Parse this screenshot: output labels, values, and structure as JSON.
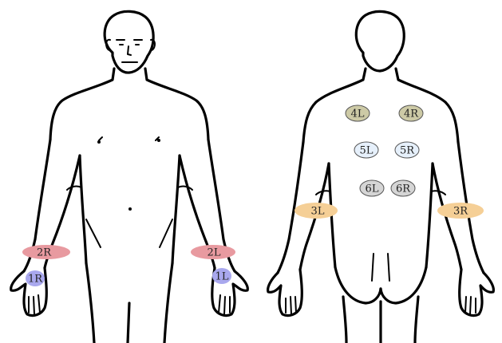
{
  "front_view": {
    "markers": [
      {
        "label": "2R",
        "color": "#e89aa0"
      },
      {
        "label": "1R",
        "color": "#a9a8ee"
      },
      {
        "label": "2L",
        "color": "#e89aa0"
      },
      {
        "label": "1L",
        "color": "#a9a8ee"
      }
    ]
  },
  "back_view": {
    "markers": [
      {
        "label": "4L",
        "color": "#cdcaa6"
      },
      {
        "label": "4R",
        "color": "#cdcaa6"
      },
      {
        "label": "5L",
        "color": "#e6f0fb"
      },
      {
        "label": "5R",
        "color": "#e6f0fb"
      },
      {
        "label": "6L",
        "color": "#d5d5d5"
      },
      {
        "label": "6R",
        "color": "#d5d5d5"
      },
      {
        "label": "3L",
        "color": "#f5cf96"
      },
      {
        "label": "3R",
        "color": "#f5cf96"
      }
    ]
  }
}
